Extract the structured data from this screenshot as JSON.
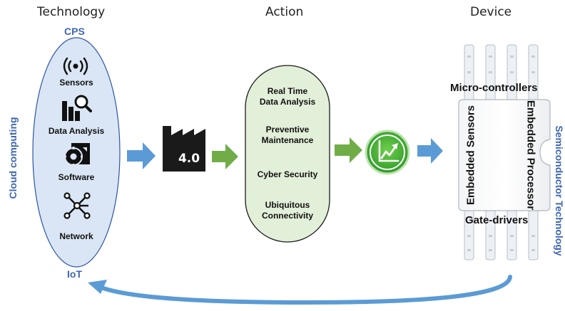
{
  "columns": {
    "technology": "Technology",
    "action": "Action",
    "device": "Device"
  },
  "technology": {
    "top_label": "CPS",
    "bottom_label": "IoT",
    "side_label": "Cloud computing",
    "items": [
      {
        "label": "Sensors",
        "icon": "wireless-signal-icon"
      },
      {
        "label": "Data Analysis",
        "icon": "bar-chart-magnifier-icon"
      },
      {
        "label": "Software",
        "icon": "gear-software-icon"
      },
      {
        "label": "Network",
        "icon": "network-nodes-icon"
      }
    ]
  },
  "factory": {
    "label": "4.0",
    "icon": "factory-icon"
  },
  "action": {
    "items": [
      {
        "line1": "Real Time",
        "line2": "Data  Analysis"
      },
      {
        "line1": "Preventive",
        "line2": "Maintenance"
      },
      {
        "line1": "Cyber Security",
        "line2": ""
      },
      {
        "line1": "Ubiquitous",
        "line2": "Connectivity"
      }
    ]
  },
  "growth_icon": "growth-chart-icon",
  "device": {
    "top": "Micro-controllers",
    "bottom": "Gate-drivers",
    "left_vertical": "Embedded Sensors",
    "right_vertical": "Embedded Processor",
    "side_label": "Semiconductor Technology"
  },
  "colors": {
    "blue_arrow": "#5b9bd5",
    "green_arrow": "#70ad47",
    "ellipse_fill": "#dae6f5",
    "pill_fill": "#e2efd9",
    "label_blue": "#3e66b3"
  }
}
